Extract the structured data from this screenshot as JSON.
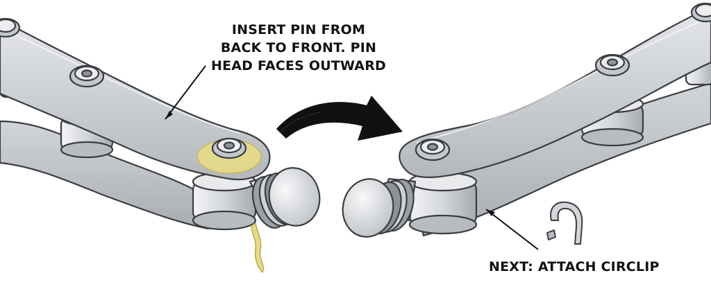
{
  "callouts": {
    "pin_instruction": {
      "lines": [
        "INSERT PIN FROM",
        "BACK TO FRONT. PIN",
        "HEAD FACES OUTWARD"
      ]
    },
    "next_step": "NEXT: ATTACH CIRCLIP"
  },
  "colors": {
    "chain_plate": "#c9ccd0",
    "chain_outline": "#3a3c40",
    "roller": "#dfe1e4",
    "lubricant": "#e7dc86",
    "arrow": "#111111"
  },
  "icons": {
    "motion_arrow": "curved-arrow-icon",
    "circlip": "circlip-icon",
    "oil_drop": "oil-drip-icon"
  }
}
